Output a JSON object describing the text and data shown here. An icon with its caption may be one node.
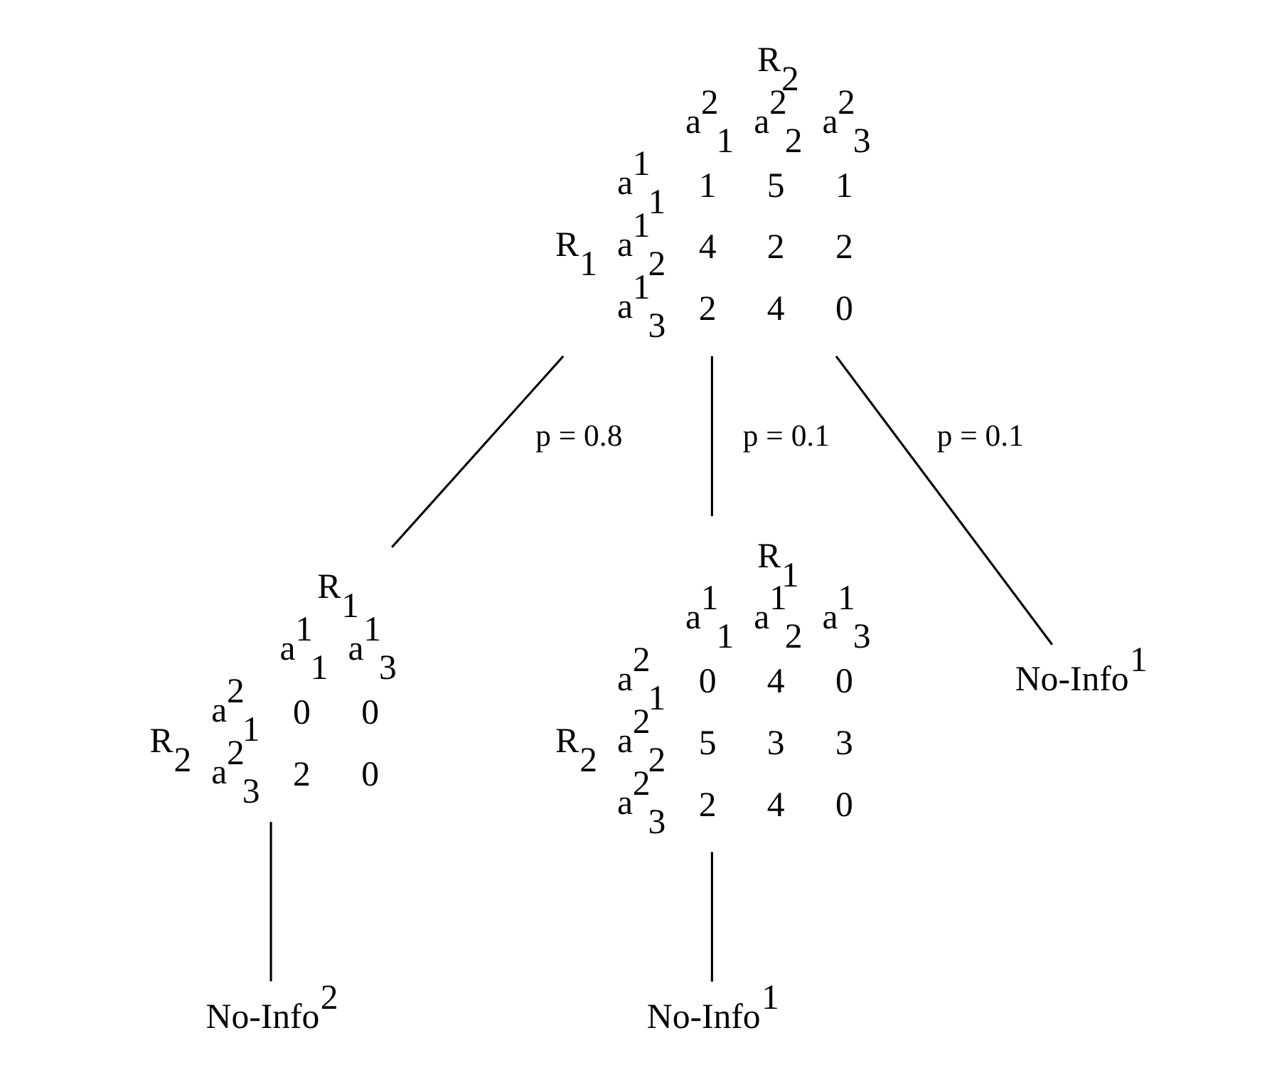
{
  "diagram": {
    "nodes": [
      {
        "text": [
          "R$_{2}$",
          "a$^{2}$$_{1}$",
          "a$^{2}$$_{2}$",
          "a$^{2}$$_{3}$",
          "R$_{1}$",
          "a$^{1}$$_{1}$",
          "1",
          "5",
          "1",
          "a$^{1}$$_{2}$",
          "4",
          "2",
          "2",
          "a$^{1}$$_{3}$",
          "2",
          "4",
          "0"
        ]
      },
      {
        "text": [
          "R$_{1}$",
          "a$^{1}$$_{1}$",
          "a$^{1}$$_{3}$",
          "R$_{2}$",
          "a$^{2}$$_{1}$",
          "0",
          "0",
          "a$^{2}$$_{3}$",
          "2",
          "0"
        ]
      },
      {
        "text": [
          "R$_{1}$",
          "a$^{1}$$_{1}$",
          "a$^{1}$$_{2}$",
          "a$^{1}$$_{3}$",
          "R$_{2}$",
          "a$^{2}$$_{1}$",
          "0",
          "4",
          "0",
          "a$^{2}$$_{2}$",
          "5",
          "3",
          "3",
          "a$^{2}$$_{3}$",
          "2",
          "4",
          "0"
        ]
      },
      {
        "text": [
          "No-Info$^{1}$"
        ]
      },
      {
        "text": [
          "No-Info$^{2}$"
        ]
      },
      {
        "text": [
          "No-Info$^{1}$"
        ]
      }
    ],
    "edges": [
      {
        "from": 0,
        "to": 1,
        "arrow": "none",
        "label": "p = 0.8"
      },
      {
        "from": 0,
        "to": 2,
        "arrow": "none",
        "label": "p = 0.1"
      },
      {
        "from": 0,
        "to": 3,
        "arrow": "none",
        "label": "p = 0.1"
      },
      {
        "from": 1,
        "to": 4,
        "arrow": "none"
      },
      {
        "from": 2,
        "to": 5,
        "arrow": "none"
      }
    ]
  }
}
